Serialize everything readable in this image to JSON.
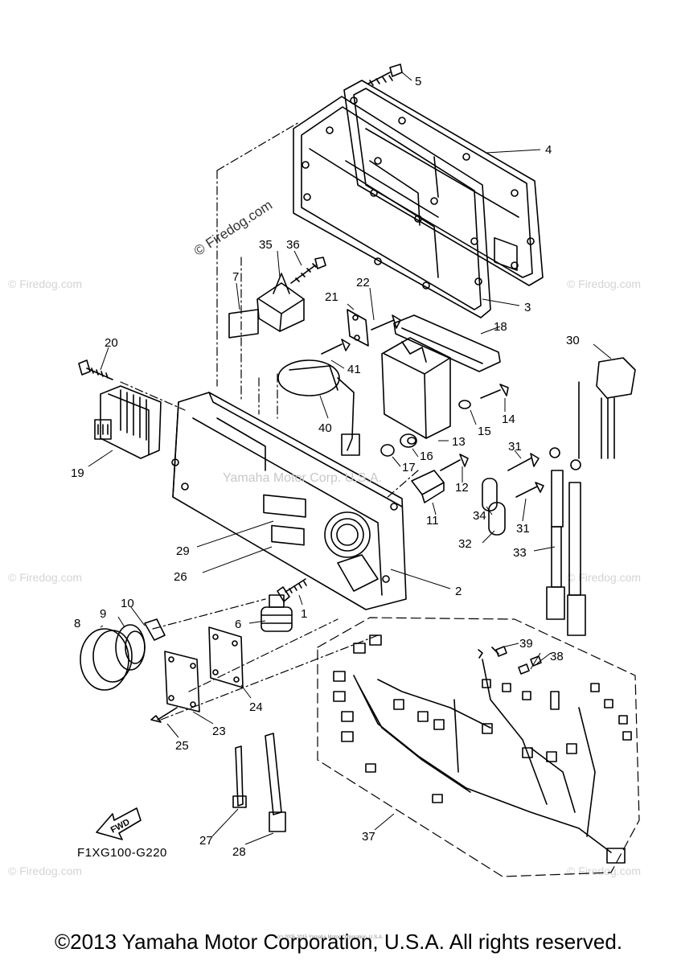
{
  "diagram": {
    "drawing_code": "F1XG100-G220",
    "copyright": "©2013 Yamaha Motor Corporation, U.S.A. All rights reserved.",
    "small_print": "(c) 2005-2015 Yamaha Motor Corporation, U.S.A.",
    "center_watermark": "Yamaha Motor Corp. U.S.A.",
    "site_watermark": "© Firedog.com",
    "corner_watermark": "© Firedog.com",
    "fwd_label": "FWD"
  },
  "parts": [
    {
      "num": "1"
    },
    {
      "num": "2"
    },
    {
      "num": "3"
    },
    {
      "num": "4"
    },
    {
      "num": "5"
    },
    {
      "num": "6"
    },
    {
      "num": "8"
    },
    {
      "num": "9"
    },
    {
      "num": "10"
    },
    {
      "num": "11"
    },
    {
      "num": "12"
    },
    {
      "num": "13"
    },
    {
      "num": "14"
    },
    {
      "num": "15"
    },
    {
      "num": "16"
    },
    {
      "num": "17"
    },
    {
      "num": "18"
    },
    {
      "num": "19"
    },
    {
      "num": "20"
    },
    {
      "num": "21"
    },
    {
      "num": "22"
    },
    {
      "num": "23"
    },
    {
      "num": "24"
    },
    {
      "num": "25"
    },
    {
      "num": "26"
    },
    {
      "num": "27"
    },
    {
      "num": "28"
    },
    {
      "num": "29"
    },
    {
      "num": "30"
    },
    {
      "num": "31"
    },
    {
      "num": "31"
    },
    {
      "num": "32"
    },
    {
      "num": "33"
    },
    {
      "num": "34"
    },
    {
      "num": "35"
    },
    {
      "num": "36"
    },
    {
      "num": "37"
    },
    {
      "num": "38"
    },
    {
      "num": "39"
    },
    {
      "num": "40"
    },
    {
      "num": "41"
    },
    {
      "num": "7"
    }
  ]
}
